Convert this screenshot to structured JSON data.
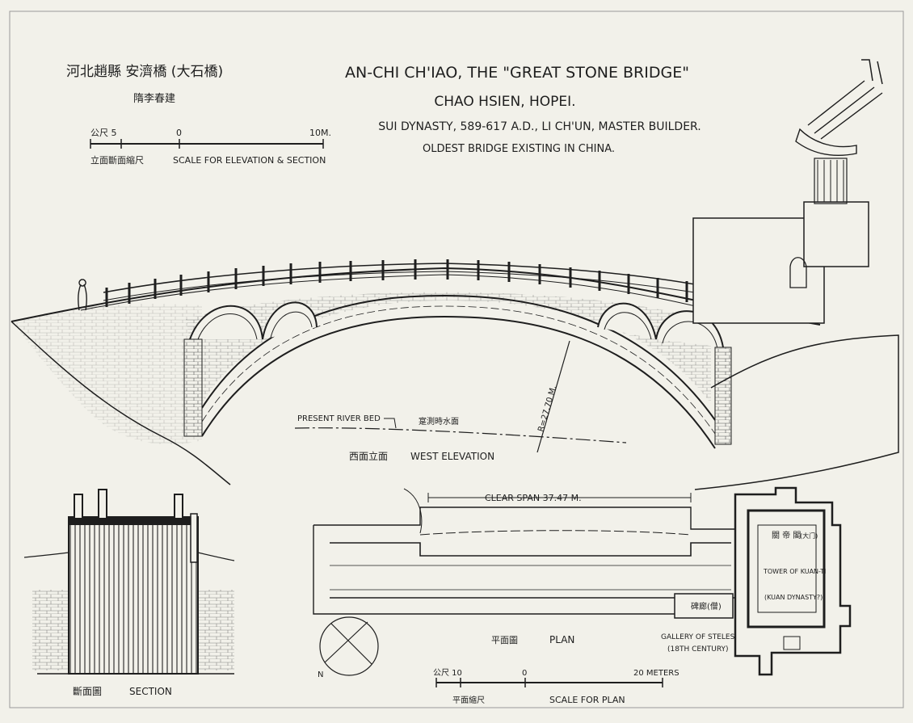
{
  "header": {
    "cn_title": "河北趙縣 安濟橋 (大石橋)",
    "cn_subtitle": "隋李春建",
    "title_line1": "AN-CHI CH'IAO, THE \"GREAT STONE BRIDGE\"",
    "title_line2": "CHAO HSIEN, HOPEI.",
    "title_line3": "SUI DYNASTY, 589-617 A.D., LI CH'UN, MASTER BUILDER.",
    "title_line4": "OLDEST BRIDGE EXISTING IN CHINA."
  },
  "scale_elevation": {
    "left_label": "公尺 5",
    "zero_label": "0",
    "right_label": "10M.",
    "cn_caption": "立面斷面縮尺",
    "caption": "SCALE FOR ELEVATION & SECTION"
  },
  "elevation": {
    "river_bed_label": "PRESENT RIVER BED",
    "cn_river_note": "寔測時水面",
    "radius_label": "R=27.70 M.",
    "cn_caption": "西面立面",
    "caption": "WEST ELEVATION"
  },
  "section": {
    "cn_caption": "斷面圖",
    "caption": "SECTION"
  },
  "plan": {
    "clear_span": "CLEAR SPAN 37.47 M.",
    "cn_caption": "平面圖",
    "caption": "PLAN",
    "tower_cn": "關 帝 閣",
    "tower_cn_note": "(大门)",
    "tower_label": "TOWER OF KUAN-TI",
    "tower_dynasty": "(KUAN DYNASTY?)",
    "gallery_cn": "碑廊(僧)",
    "gallery_line1": "GALLERY OF STELES",
    "gallery_line2": "(18TH CENTURY)",
    "north": "N"
  },
  "scale_plan": {
    "left_label": "公尺 10",
    "zero_label": "0",
    "right_label": "20 METERS",
    "cn_caption": "平面縮尺",
    "caption": "SCALE FOR PLAN"
  },
  "colors": {
    "paper": "#f2f1ea",
    "ink": "#1e1e1e"
  }
}
